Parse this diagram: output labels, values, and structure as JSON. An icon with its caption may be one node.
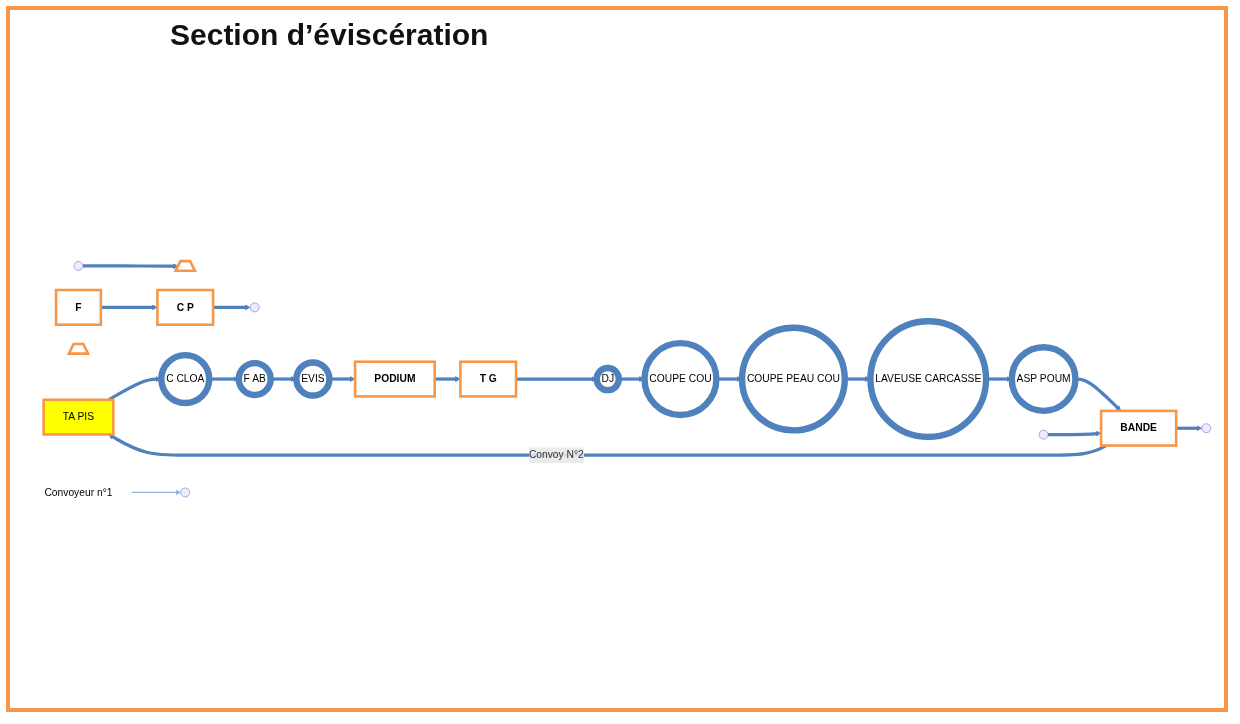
{
  "diagram": {
    "title": "Section d’éviscération",
    "nodes": [
      {
        "text": [
          "Convoyeur n°1"
        ]
      },
      {
        "text": [],
        "shape": "trapezoid"
      },
      {
        "text": [
          "F"
        ]
      },
      {
        "text": [
          "C P"
        ]
      },
      {
        "text": [],
        "shape": "trapezoid"
      },
      {
        "text": [
          "TA PIS"
        ]
      },
      {
        "text": [
          "C CLOA"
        ]
      },
      {
        "text": [
          "F AB"
        ]
      },
      {
        "text": [
          "EVIS"
        ]
      },
      {
        "text": [
          "PODIUM"
        ]
      },
      {
        "text": [
          "T G"
        ]
      },
      {
        "text": [
          "DJ"
        ]
      },
      {
        "text": [
          "COUPE COU"
        ]
      },
      {
        "text": [
          "COUPE PEAU COU"
        ]
      },
      {
        "text": [
          "LAVEUSE CARCASSE"
        ]
      },
      {
        "text": [
          "ASP POUM"
        ]
      },
      {
        "text": [
          "BANDE"
        ]
      }
    ],
    "edges": [
      {
        "from": 0,
        "to": null,
        "arrow": "to",
        "color": "#8eb4e3"
      },
      {
        "from": null,
        "to": 1,
        "arrow": "to"
      },
      {
        "from": 2,
        "to": 3,
        "arrow": "to"
      },
      {
        "from": 3,
        "to": null,
        "arrow": "to"
      },
      {
        "from": 16,
        "to": 5,
        "arrow": "to",
        "label": "Convoy N°2"
      },
      {
        "from": 5,
        "to": 6,
        "arrow": "to"
      },
      {
        "from": 6,
        "to": 7,
        "arrow": "to"
      },
      {
        "from": 7,
        "to": 8,
        "arrow": "to"
      },
      {
        "from": 8,
        "to": 9,
        "arrow": "to"
      },
      {
        "from": 9,
        "to": 10,
        "arrow": "to"
      },
      {
        "from": 10,
        "to": 11,
        "arrow": "to"
      },
      {
        "from": 11,
        "to": 12,
        "arrow": "to"
      },
      {
        "from": 12,
        "to": 13,
        "arrow": "to"
      },
      {
        "from": 13,
        "to": 14,
        "arrow": "to"
      },
      {
        "from": 14,
        "to": 15,
        "arrow": "to"
      },
      {
        "from": 15,
        "to": 16,
        "arrow": "to"
      },
      {
        "from": null,
        "to": 16,
        "arrow": "to"
      },
      {
        "from": 16,
        "to": null,
        "arrow": "to"
      }
    ]
  }
}
